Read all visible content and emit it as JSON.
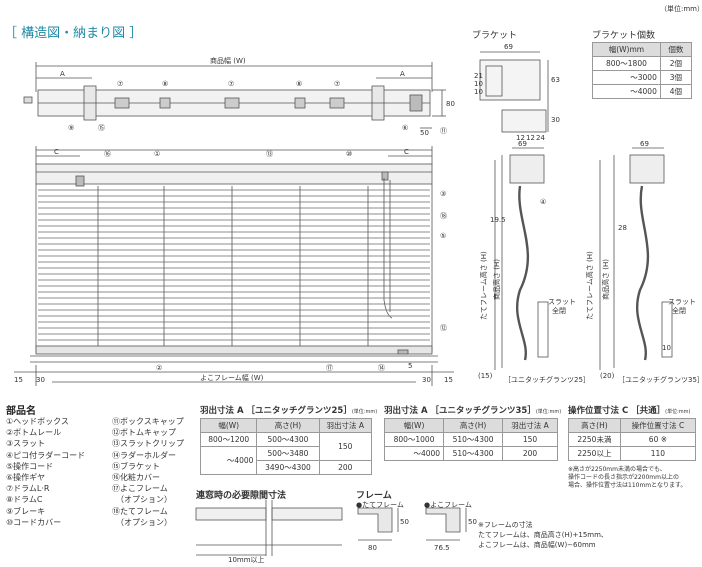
{
  "unit_note": "（単位:mm）",
  "main_title": "［ 構造図・納まり図 ］",
  "bracket_title": "ブラケット",
  "bracket_count_title": "ブラケット個数",
  "bracket_table": {
    "headers": [
      "幅(W)mm",
      "個数"
    ],
    "rows": [
      [
        "800〜1800",
        "2個"
      ],
      [
        "〜3000",
        "3個"
      ],
      [
        "〜4000",
        "4個"
      ]
    ]
  },
  "front_top": {
    "product_width": "商品幅 (W)",
    "dim_a": "A",
    "callouts": [
      "⑦",
      "⑧",
      "⑦",
      "⑧",
      "⑦",
      "⑨",
      "⑮",
      "⑥",
      "⑪"
    ],
    "dim_80": "80",
    "dim_50": "50"
  },
  "front_main": {
    "dim_c": "C",
    "callouts": [
      "⑯",
      "①",
      "⑬",
      "⑩",
      "③",
      "⑱",
      "⑤",
      "⑫",
      "②",
      "⑰",
      "⑭"
    ],
    "side_width": "よこフレーム幅 (W)",
    "dim_15": "15",
    "dim_30": "30",
    "dim_5": "5"
  },
  "bracket_view": {
    "dims": [
      "69",
      "63",
      "30",
      "12",
      "12",
      "24",
      "21",
      "10",
      "10"
    ]
  },
  "side_views": [
    {
      "label": "［ユニタッチグランツ25］",
      "width": "69",
      "frame_h": "たてフレーム高さ (H)",
      "product_h": "商品高さ (H)",
      "dim_19": "19.5",
      "dim_15": "(15)",
      "slat": "スラット",
      "slat2": "全閉",
      "callout": "④"
    },
    {
      "label": "［ユニタッチグランツ35］",
      "width": "69",
      "frame_h": "たてフレーム高さ (H)",
      "product_h": "商品高さ (H)",
      "dim_28": "28",
      "dim_20": "(20)",
      "slat": "スラット",
      "slat2": "全閉",
      "dim_10": "10"
    }
  ],
  "parts": {
    "title": "部品名",
    "col1": [
      "①ヘッドボックス",
      "②ボトムレール",
      "③スラット",
      "④ピコ付ラダーコード",
      "⑤操作コード",
      "⑥操作ギヤ",
      "⑦ドラムL·R",
      "⑧ドラムC",
      "⑨ブレーキ",
      "⑩コードカバー"
    ],
    "col2": [
      "⑪ボックスキャップ",
      "⑫ボトムキャップ",
      "⑬スラットクリップ",
      "⑭ラダーホルダー",
      "⑮ブラケット",
      "⑯化粧カバー",
      "⑰よこフレーム",
      "　（オプション）",
      "⑱たてフレーム",
      "　（オプション）"
    ]
  },
  "table_a25": {
    "title": "羽出寸法 A ［ユニタッチグランツ25］",
    "unit": "(単位:mm)",
    "headers": [
      "幅(W)",
      "高さ(H)",
      "羽出寸法 A"
    ],
    "rows": [
      [
        "800〜1200",
        "500〜4300",
        "150"
      ],
      [
        "〜4000",
        "500〜3480",
        ""
      ],
      [
        "",
        "3490〜4300",
        "200"
      ]
    ]
  },
  "table_a35": {
    "title": "羽出寸法 A ［ユニタッチグランツ35］",
    "unit": "(単位:mm)",
    "headers": [
      "幅(W)",
      "高さ(H)",
      "羽出寸法 A"
    ],
    "rows": [
      [
        "800〜1000",
        "510〜4300",
        "150"
      ],
      [
        "〜4000",
        "510〜4300",
        "200"
      ]
    ]
  },
  "table_c": {
    "title": "操作位置寸法 C ［共通］",
    "unit": "(単位:mm)",
    "headers": [
      "高さ(H)",
      "操作位置寸法 C"
    ],
    "rows": [
      [
        "2250未満",
        "60 ※"
      ],
      [
        "2250以上",
        "110"
      ]
    ],
    "note": [
      "※高さが2250mm未満の場合でも、",
      "操作コードの長さ指示が2200mm以上の",
      "場合、操作位置寸法は110mmとなります。"
    ]
  },
  "gap": {
    "title": "連窓時の必要隙間寸法",
    "dim": "10mm以上"
  },
  "frame": {
    "title": "フレーム",
    "vertical": "●たてフレーム",
    "horizontal": "●よこフレーム",
    "v_dims": [
      "50",
      "80"
    ],
    "h_dims": [
      "50",
      "76.5"
    ],
    "note": [
      "※フレームの寸法",
      "たてフレームは、商品高さ(H)+15mm、",
      "よこフレームは、商品幅(W)−60mm"
    ]
  }
}
